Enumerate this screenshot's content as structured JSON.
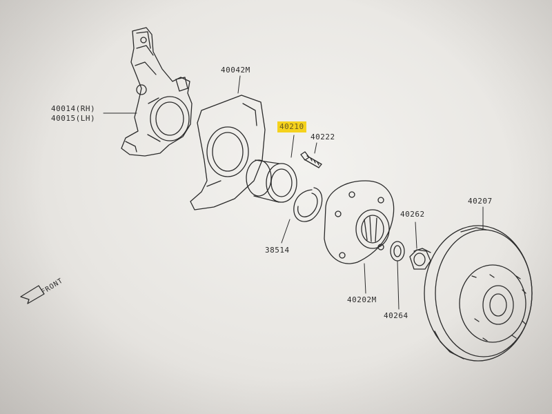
{
  "diagram": {
    "parts": {
      "knuckle_rh": "40014(RH)",
      "knuckle_lh": "40015(LH)",
      "baffle_plate": "40042M",
      "bearing": "40210",
      "hub_bolt": "40222",
      "snap_ring": "38514",
      "wheel_hub": "40202M",
      "hub_nut": "40262",
      "washer": "40264",
      "disc_rotor": "40207"
    },
    "direction_label": "FRONT",
    "highlighted_part": "40210",
    "colors": {
      "line": "#2a2a2a",
      "highlight": "#f5d21d",
      "paper": "#eeece8"
    }
  }
}
